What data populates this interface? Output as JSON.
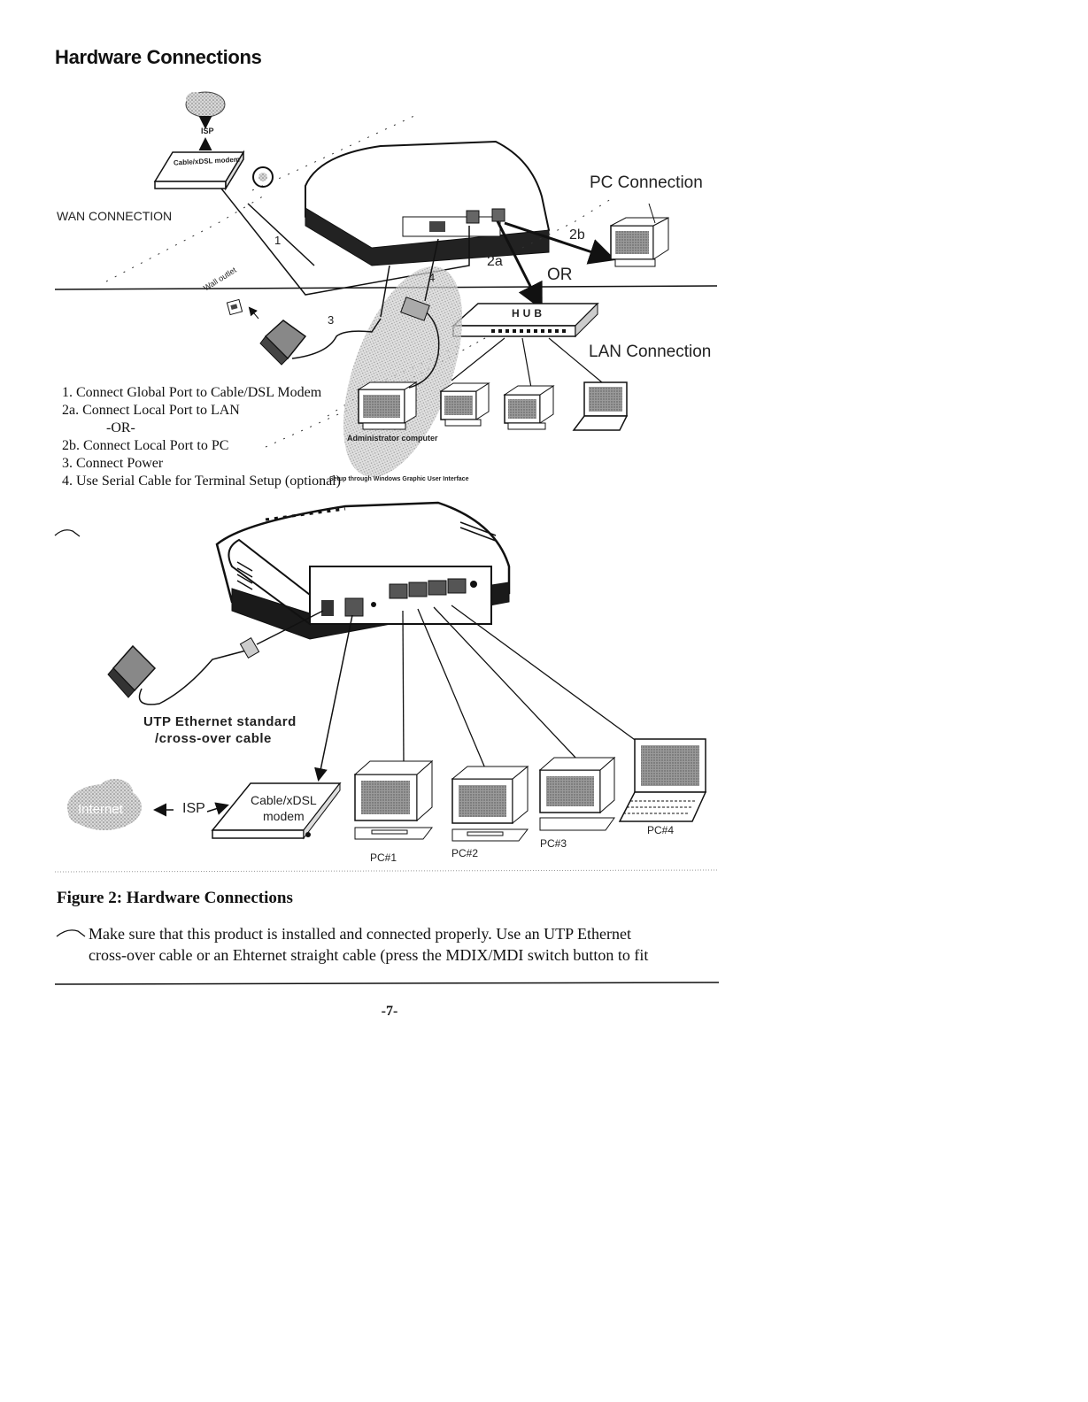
{
  "page": {
    "heading": "Hardware Connections",
    "figure_caption": "Figure 2: Hardware Connections",
    "note_line1": "Make sure that this product is installed and connected properly. Use an UTP Ethernet",
    "note_line2": "cross-over cable or an Ehternet straight cable (press the MDIX/MDI switch button to fit",
    "page_number": "-7-"
  },
  "top_diagram": {
    "isp": "ISP",
    "modem": "Cable/xDSL modem",
    "wan_connection": "WAN CONNECTION",
    "pc_connection": "PC Connection",
    "lan_connection": "LAN Connection",
    "hub": "HUB",
    "or": "OR",
    "wall_outlet": "Wall outlet",
    "admin_computer": "Administrator computer",
    "setup_gui": "Setup through Windows Graphic User Interface",
    "callouts": [
      "1",
      "2a",
      "2b",
      "3",
      "4"
    ],
    "steps": [
      "1. Connect Global Port to Cable/DSL Modem",
      "2a. Connect Local Port to LAN",
      "-OR-",
      "2b. Connect Local Port to PC",
      "3. Connect Power",
      "4. Use Serial Cable for Terminal Setup (optional)"
    ]
  },
  "bottom_diagram": {
    "cable_label_line1": "UTP Ethernet standard",
    "cable_label_line2": "/cross-over cable",
    "internet": "Internet",
    "isp": "ISP",
    "modem_line1": "Cable/xDSL",
    "modem_line2": "modem",
    "pcs": [
      "PC#1",
      "PC#2",
      "PC#3",
      "PC#4"
    ]
  }
}
